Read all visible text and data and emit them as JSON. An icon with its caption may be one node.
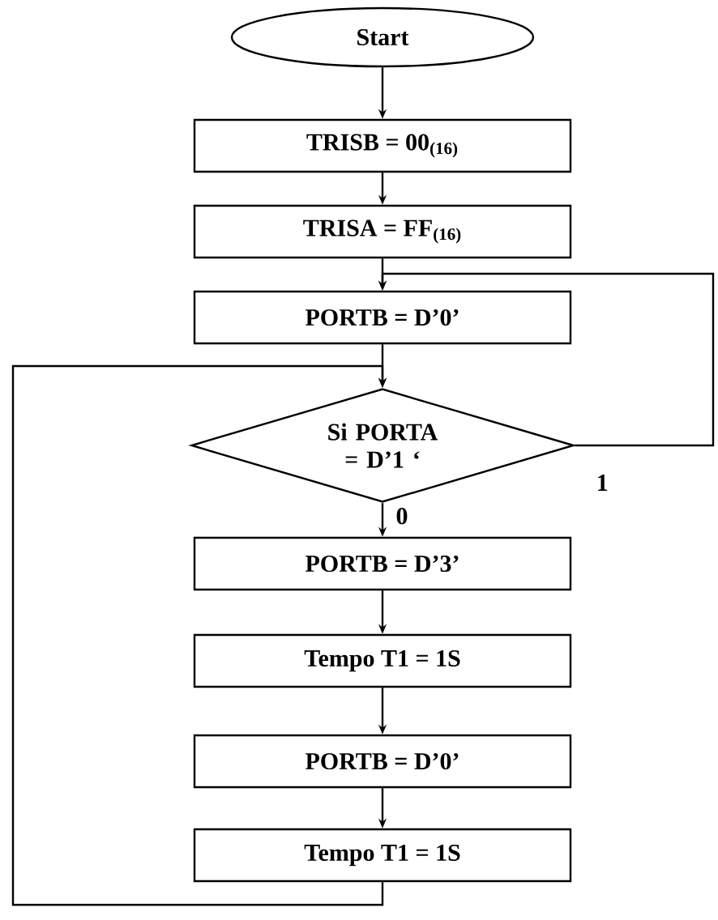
{
  "diagram": {
    "nodes": [
      {
        "text": [
          "Start"
        ]
      },
      {
        "text": [
          "TRISB = 00$_{(16)}$"
        ]
      },
      {
        "text": [
          "TRISA = FF$_{(16)}$"
        ]
      },
      {
        "text": [
          "PORTB = D’0’"
        ]
      },
      {
        "text": [
          "Si PORTA = D’1 ‘"
        ]
      },
      {
        "text": [
          "PORTB = D’3’"
        ]
      },
      {
        "text": [
          "Tempo T1 = 1S"
        ]
      },
      {
        "text": [
          "PORTB = D’0’"
        ]
      },
      {
        "text": [
          "Tempo T1 = 1S"
        ]
      }
    ],
    "edges": [
      {
        "from": 0,
        "to": 1,
        "arrow": "to"
      },
      {
        "from": 1,
        "to": 2,
        "arrow": "to"
      },
      {
        "from": 2,
        "to": 3,
        "arrow": "to"
      },
      {
        "from": 3,
        "to": 4,
        "arrow": "to"
      },
      {
        "from": 4,
        "to": 5,
        "arrow": "to",
        "label": "0"
      },
      {
        "from": 5,
        "to": 6,
        "arrow": "to"
      },
      {
        "from": 6,
        "to": 7,
        "arrow": "to"
      },
      {
        "from": 7,
        "to": 8,
        "arrow": "to"
      },
      {
        "from": 8,
        "to": 4,
        "arrow": "to"
      },
      {
        "from": 4,
        "to": 3,
        "arrow": "to",
        "label": "1"
      }
    ]
  }
}
